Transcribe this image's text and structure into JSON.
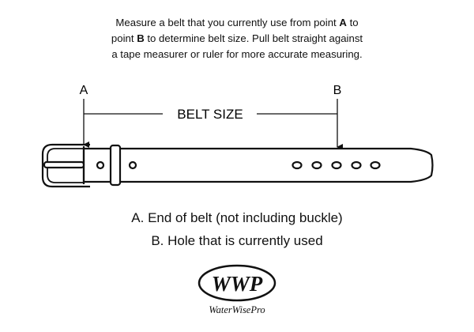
{
  "instructions": {
    "line1_pre": "Measure a belt that you currently use from point ",
    "line1_bold": "A",
    "line1_post": " to",
    "line2_pre": "point ",
    "line2_bold": "B",
    "line2_post": " to determine belt size. Pull belt straight against",
    "line3": "a tape measurer or ruler for more accurate measuring."
  },
  "diagram": {
    "label_a": "A",
    "label_b": "B",
    "size_label": "BELT SIZE"
  },
  "legend": {
    "a": "A. End of belt (not including buckle)",
    "b": "B. Hole that is currently used"
  },
  "logo": {
    "mark": "WWP",
    "name": "WaterWisePro"
  }
}
